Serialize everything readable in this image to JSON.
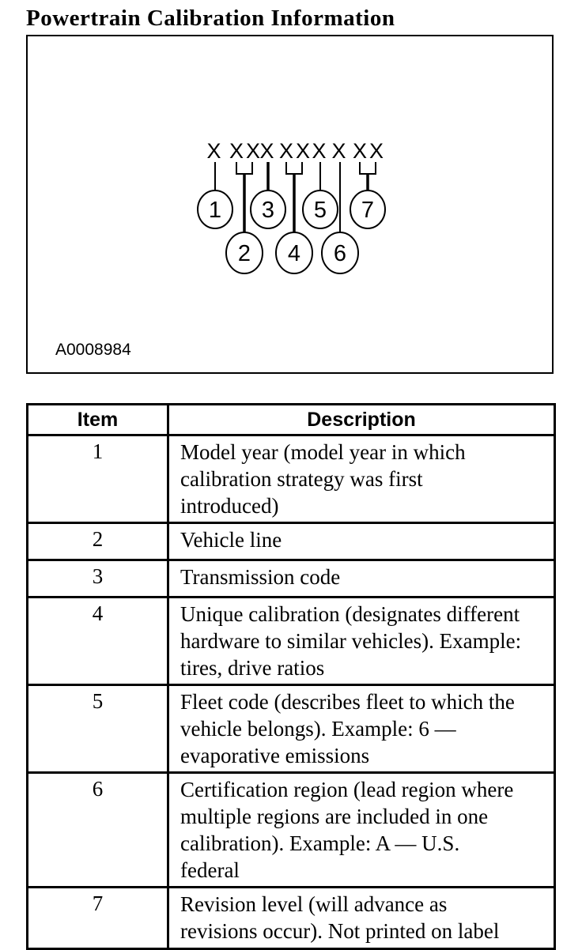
{
  "page": {
    "title": "Powertrain Calibration Information"
  },
  "figure": {
    "label": "A0008984",
    "code_groups": [
      "X",
      "XX",
      "X",
      "XX",
      "X",
      "X",
      "XX"
    ],
    "callouts": [
      "1",
      "2",
      "3",
      "4",
      "5",
      "6",
      "7"
    ]
  },
  "table": {
    "header": {
      "item": "Item",
      "description": "Description"
    },
    "rows": [
      {
        "item": "1",
        "description": "Model year (model year in which\ncalibration strategy was first\nintroduced)"
      },
      {
        "item": "2",
        "description": "Vehicle line"
      },
      {
        "item": "3",
        "description": "Transmission code"
      },
      {
        "item": "4",
        "description": "Unique calibration (designates different\nhardware to similar vehicles). Example:\ntires, drive ratios"
      },
      {
        "item": "5",
        "description": "Fleet code (describes fleet to which the\nvehicle belongs). Example: 6 —\nevaporative emissions"
      },
      {
        "item": "6",
        "description": "Certification region (lead region where\nmultiple regions are included in one\ncalibration). Example: A — U.S.\nfederal"
      },
      {
        "item": "7",
        "description": "Revision level (will advance as\nrevisions occur). Not printed on label"
      }
    ]
  },
  "colors": {
    "ink": "#000000",
    "paper": "#ffffff"
  }
}
